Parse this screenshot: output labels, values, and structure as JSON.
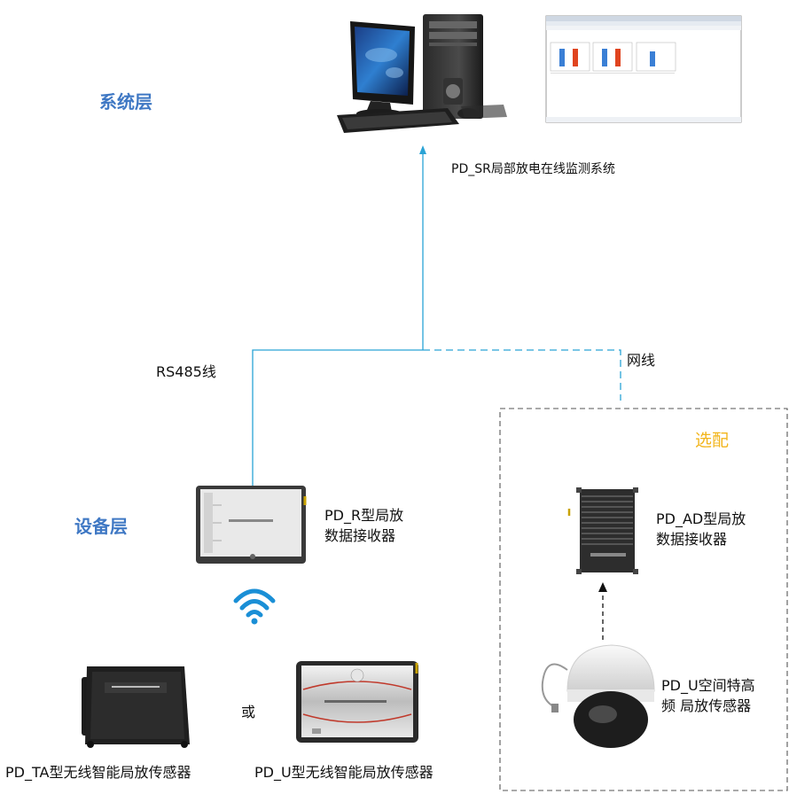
{
  "layers": {
    "system": "系统层",
    "device": "设备层"
  },
  "system": {
    "caption": "PD_SR局部放电在线监测系统"
  },
  "links": {
    "rs485": "RS485线",
    "network": "网线"
  },
  "optional": {
    "label": "选配"
  },
  "devices": {
    "pd_r": [
      "PD_R型局放",
      "数据接收器"
    ],
    "pd_ad": [
      "PD_AD型局放",
      "数据接收器"
    ],
    "pd_u_space": [
      "PD_U空间特高",
      "频 局放传感器"
    ],
    "pd_ta": "PD_TA型无线智能局放传感器",
    "pd_u": "PD_U型无线智能局放传感器",
    "or": "或"
  },
  "colors": {
    "link": "#2aa3d5",
    "layer_label": "#3f78c4",
    "optional": "#f2b51c"
  }
}
